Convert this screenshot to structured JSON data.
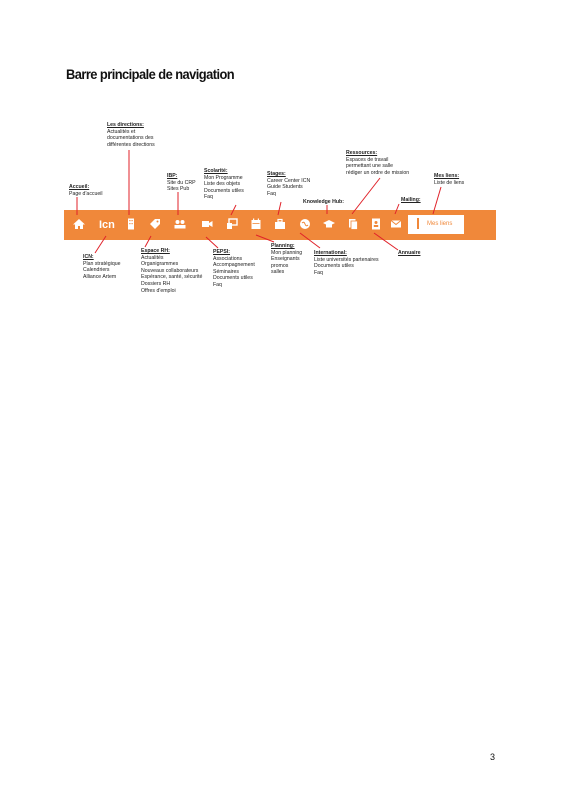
{
  "page": {
    "title": "Barre principale de navigation",
    "page_number": "3"
  },
  "navbar": {
    "icn_label": "Icn",
    "mes_liens_label": "Mes liens",
    "color": "#f0883a"
  },
  "annotations": {
    "accueil": {
      "title": "Accueil:",
      "lines": [
        "Page d'accueil"
      ]
    },
    "directions": {
      "title": "Les directions:",
      "lines": [
        "Actualités et",
        "documentations des",
        "différentes directions"
      ]
    },
    "ibp": {
      "title": "IBP:",
      "lines": [
        "Site du CRP",
        "Sites Pub"
      ]
    },
    "scolarite": {
      "title": "Scolarité:",
      "lines": [
        "Mon Programme",
        "Liste des objets",
        "Documents utiles",
        "Faq"
      ]
    },
    "stages": {
      "title": "Stages:",
      "lines": [
        "Career Center ICN",
        "Guide Students",
        "Faq"
      ]
    },
    "knowledge": {
      "title": "Knowledge Hub:",
      "lines": []
    },
    "ressources": {
      "title": "Ressources:",
      "lines": [
        "Espaces de travail",
        "permettant une salle",
        "rédiger un ordre de mission"
      ]
    },
    "mailing": {
      "title": "Mailing:",
      "lines": []
    },
    "mes_liens": {
      "title": "Mes liens:",
      "lines": [
        "Liste de liens"
      ]
    },
    "icn": {
      "title": "ICN:",
      "lines": [
        "Plan stratégique",
        "Calendriers",
        "Alliance Artem"
      ]
    },
    "espace_rh": {
      "title": "Espace RH:",
      "lines": [
        "Actualités",
        "Organigrammes",
        "Nouveaux collaborateurs",
        "Espérance, santé, sécurité",
        "Dossiers RH",
        "Offres d'emploi"
      ]
    },
    "pepsi": {
      "title": "PEPSI:",
      "lines": [
        "Associations",
        "Accompagnement",
        "Séminaires",
        "Documents utiles",
        "Faq"
      ]
    },
    "planning": {
      "title": "Planning:",
      "lines": [
        "Mon planning",
        "Enseignants",
        "promos",
        "salles"
      ]
    },
    "international": {
      "title": "International:",
      "lines": [
        "Liste universités partenaires",
        "Documents utiles",
        "Faq"
      ]
    },
    "annuaire": {
      "title": "Annuaire",
      "lines": []
    }
  }
}
